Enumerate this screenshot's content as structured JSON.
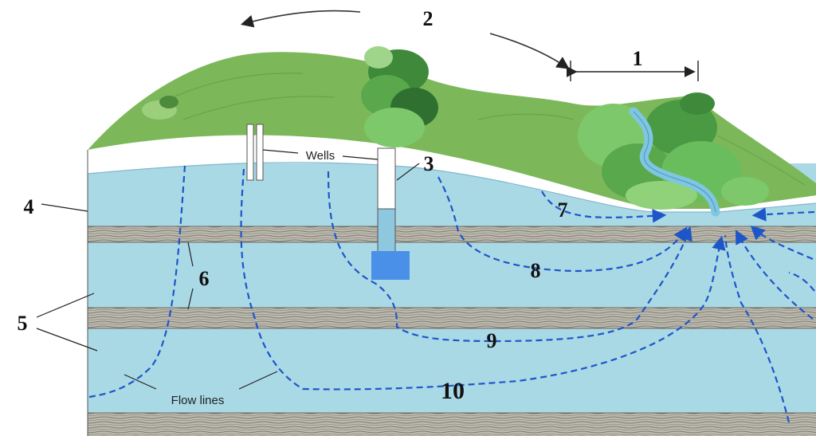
{
  "labels": {
    "discharge_zone": "1",
    "recharge_zone": "2",
    "water_table": "3",
    "unconfined_aquifer": "4",
    "confined_aquifer": "5",
    "confining_bed": "6",
    "flow_path_7": "7",
    "flow_path_8": "8",
    "flow_path_9": "9",
    "flow_path_10": "10",
    "wells": "Wells",
    "flow_lines": "Flow lines"
  },
  "colors": {
    "aquifer": "#aad9e6",
    "land_surface": "#7cb85a",
    "unsaturated_zone": "#ffffff",
    "confining_bed": "#b9b6a6",
    "flow_line": "#1e56c8",
    "stream": "#7fc6e2",
    "pump": "#4a8fe8"
  }
}
